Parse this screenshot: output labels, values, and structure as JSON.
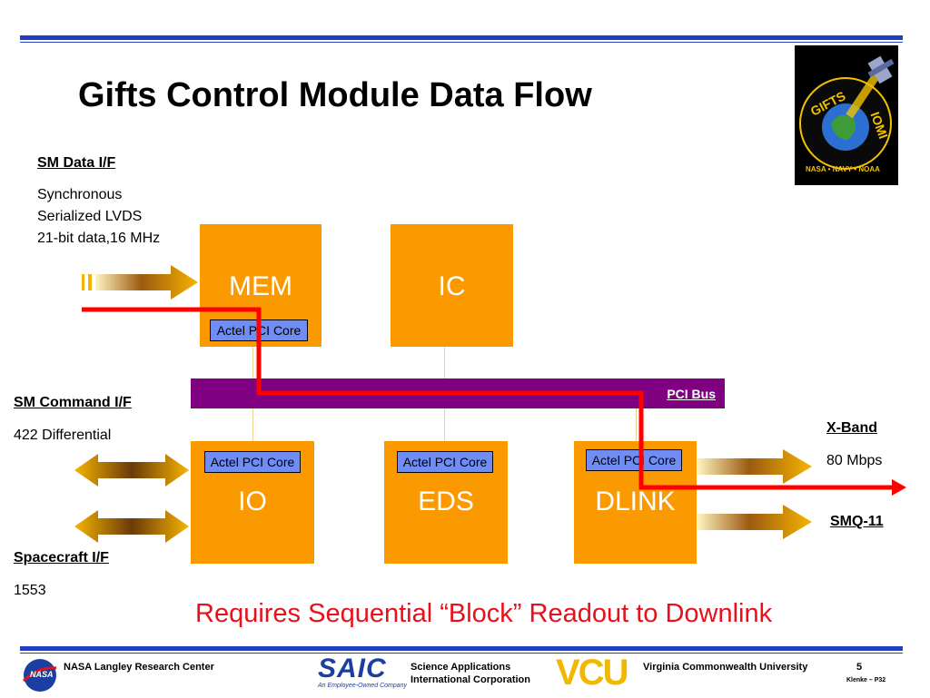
{
  "title": "Gifts Control Module Data Flow",
  "sm_data": {
    "heading": "SM Data I/F",
    "line1": "Synchronous",
    "line2": "Serialized LVDS",
    "line3": "21-bit data,16 MHz"
  },
  "sm_command": {
    "heading": "SM Command I/F",
    "detail": "422 Differential"
  },
  "spacecraft": {
    "heading": "Spacecraft I/F",
    "detail": "1553"
  },
  "xband": {
    "heading": "X-Band",
    "detail": "80 Mbps"
  },
  "smq": {
    "label": "SMQ-11"
  },
  "blocks": {
    "mem": "MEM",
    "ic": "IC",
    "io": "IO",
    "eds": "EDS",
    "dlink": "DLINK"
  },
  "core_label": "Actel PCI Core",
  "bus_label": "PCI Bus",
  "caption": "Requires Sequential “Block” Readout to Downlink",
  "logo": {
    "name": "GIFTS",
    "subname": "IOMI",
    "ring_text": "NASA • NAVY • NOAA"
  },
  "footer": {
    "nasa_badge": "NASA",
    "nasa": "NASA Langley Research Center",
    "saic_logo": "SAIC",
    "saic_tagline": "An Employee-Owned Company",
    "saic_line1": "Science Applications",
    "saic_line2": "International Corporation",
    "vcu_logo": "VCU",
    "vcu": "Virginia Commonwealth University",
    "page": "5",
    "ref": "Klenke – P32"
  },
  "colors": {
    "accent_blue": "#1f3fbf",
    "block_orange": "#fb9a00",
    "bus_purple": "#7f0080",
    "core_blue": "#6f8df5",
    "path_red": "#ff0000"
  }
}
